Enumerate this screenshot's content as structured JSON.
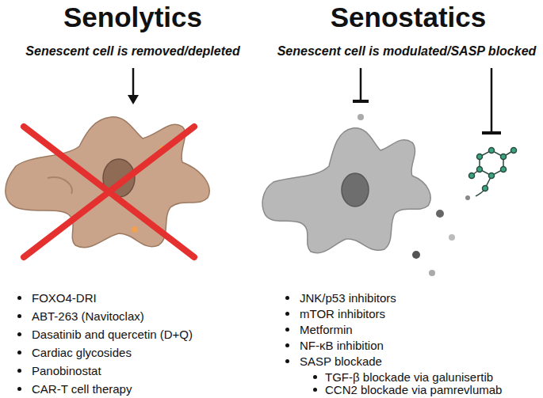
{
  "diagram": {
    "labels": [
      "Senolytics",
      "Senescent cell is removed/depleted",
      "Senostatics",
      "Senescent cell is modulated/SASP blocked",
      "FOXO4-DRI",
      "ABT-263 (Navitoclax)",
      "Dasatinib and quercetin (D+Q)",
      "Cardiac glycosides",
      "Panobinostat",
      "CAR-T cell therapy",
      "JNK/p53 inhibitors",
      "mTOR inhibitors",
      "Metformin",
      "NF-κB inhibition",
      "SASP blockade",
      "TGF-β blockade via galunisertib",
      "CCN2 blockade via pamrevlumab"
    ]
  }
}
